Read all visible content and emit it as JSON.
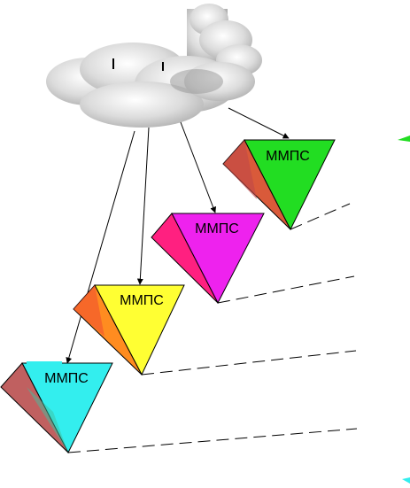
{
  "hub": {
    "label": "",
    "icon": "cloud-icon"
  },
  "nodes": [
    {
      "label": "ММПС",
      "color": "#22dd22"
    },
    {
      "label": "ММПС",
      "color": "#ee22ee"
    },
    {
      "label": "ММПС",
      "color": "#ffff33"
    },
    {
      "label": "ММПС",
      "color": "#33eeee"
    }
  ],
  "colors": {
    "cloud": "#d6d6d6",
    "edge_shade_top": "#e04848",
    "edge_shade_bottom": "#f5a020",
    "connector": "#000000"
  }
}
